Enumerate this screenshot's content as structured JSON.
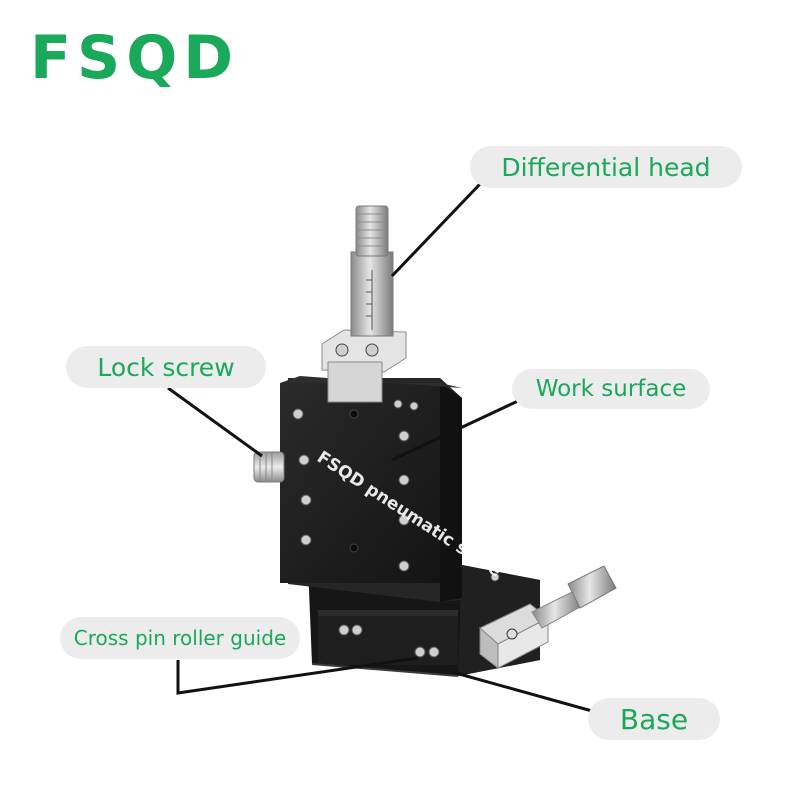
{
  "brand": {
    "logo_text": "FSQD",
    "color": "#1aa85a"
  },
  "labels": {
    "differential_head": "Differential head",
    "lock_screw": "Lock screw",
    "work_surface": "Work surface",
    "cross_pin_roller_guide": "Cross pin roller guide",
    "base": "Base"
  },
  "watermark": "FSQD pneumatic store",
  "colors": {
    "label_text": "#1aa85a",
    "label_bg": "#ececec",
    "stage_body": "#1c1c1c",
    "leader_line": "#111111"
  }
}
